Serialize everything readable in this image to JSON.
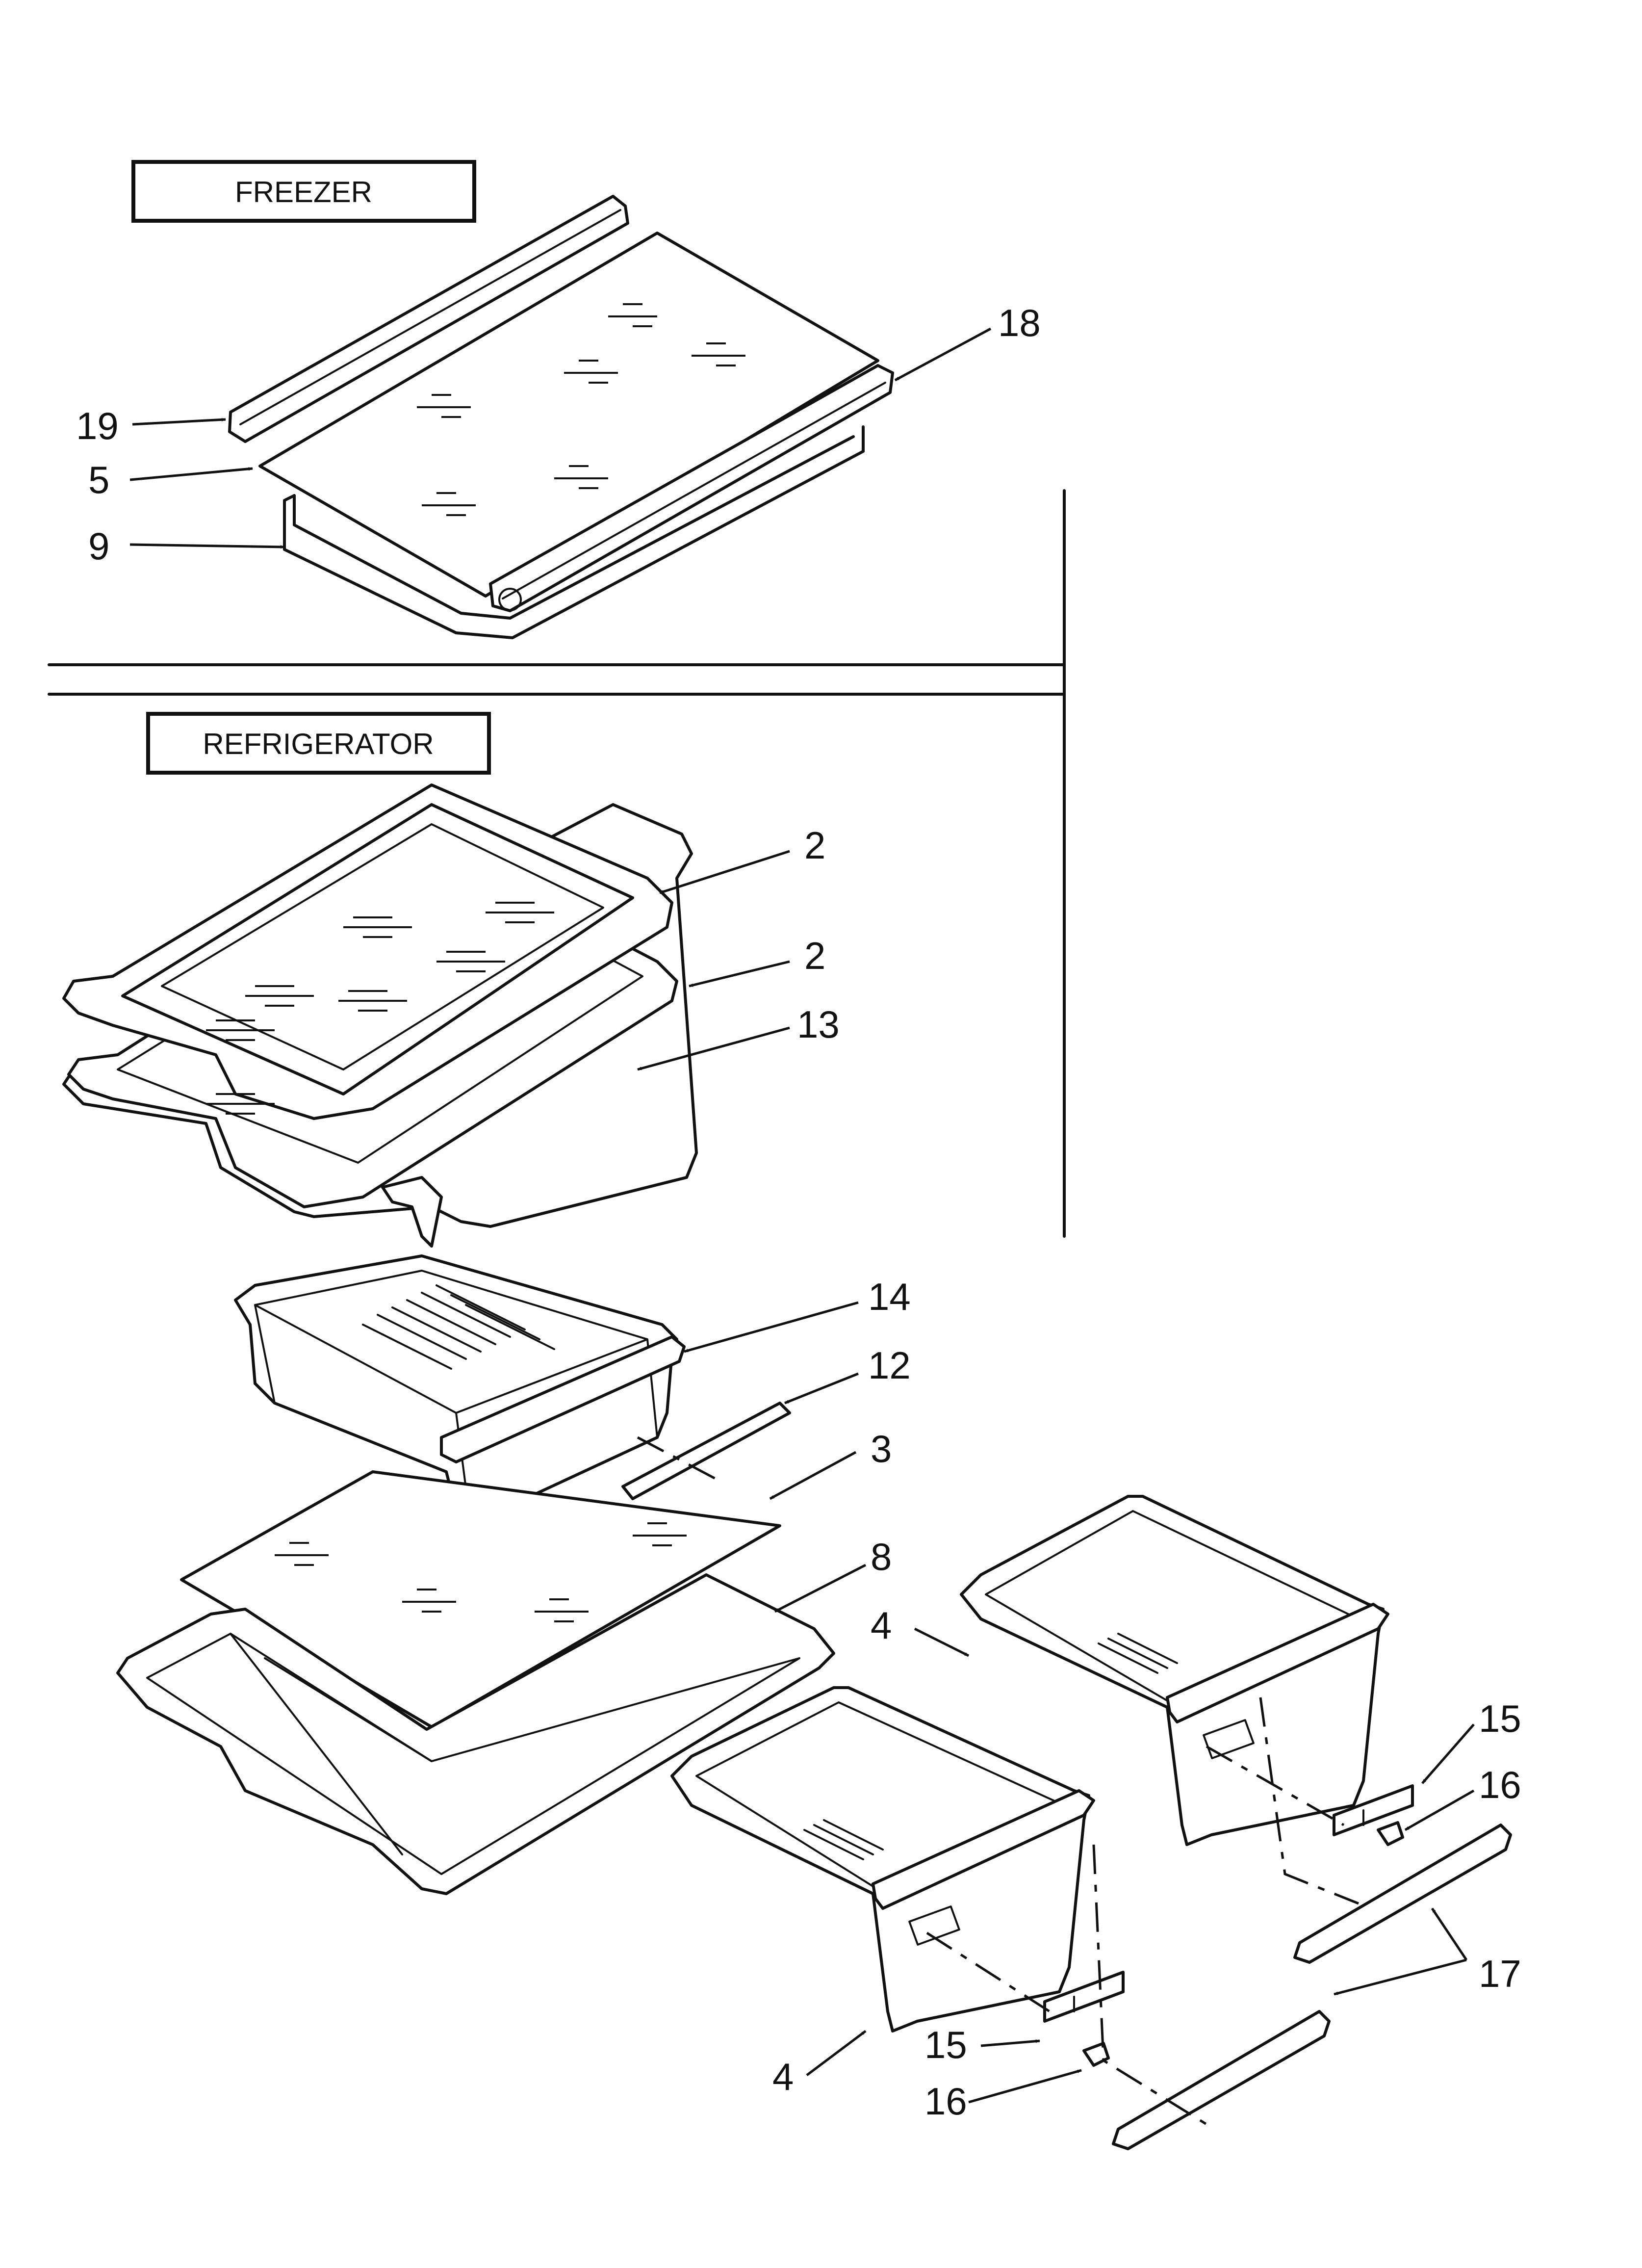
{
  "sections": {
    "freezer": "FREEZER",
    "refrigerator": "REFRIGERATOR"
  },
  "callouts": [
    {
      "id": "c19",
      "label": "19"
    },
    {
      "id": "c5",
      "label": "5"
    },
    {
      "id": "c9",
      "label": "9"
    },
    {
      "id": "c18",
      "label": "18"
    },
    {
      "id": "c2a",
      "label": "2"
    },
    {
      "id": "c2b",
      "label": "2"
    },
    {
      "id": "c13",
      "label": "13"
    },
    {
      "id": "c14",
      "label": "14"
    },
    {
      "id": "c12",
      "label": "12"
    },
    {
      "id": "c3",
      "label": "3"
    },
    {
      "id": "c8",
      "label": "8"
    },
    {
      "id": "c4a",
      "label": "4"
    },
    {
      "id": "c15a",
      "label": "15"
    },
    {
      "id": "c16a",
      "label": "16"
    },
    {
      "id": "c17",
      "label": "17"
    },
    {
      "id": "c15b",
      "label": "15"
    },
    {
      "id": "c16b",
      "label": "16"
    },
    {
      "id": "c4b",
      "label": "4"
    }
  ]
}
